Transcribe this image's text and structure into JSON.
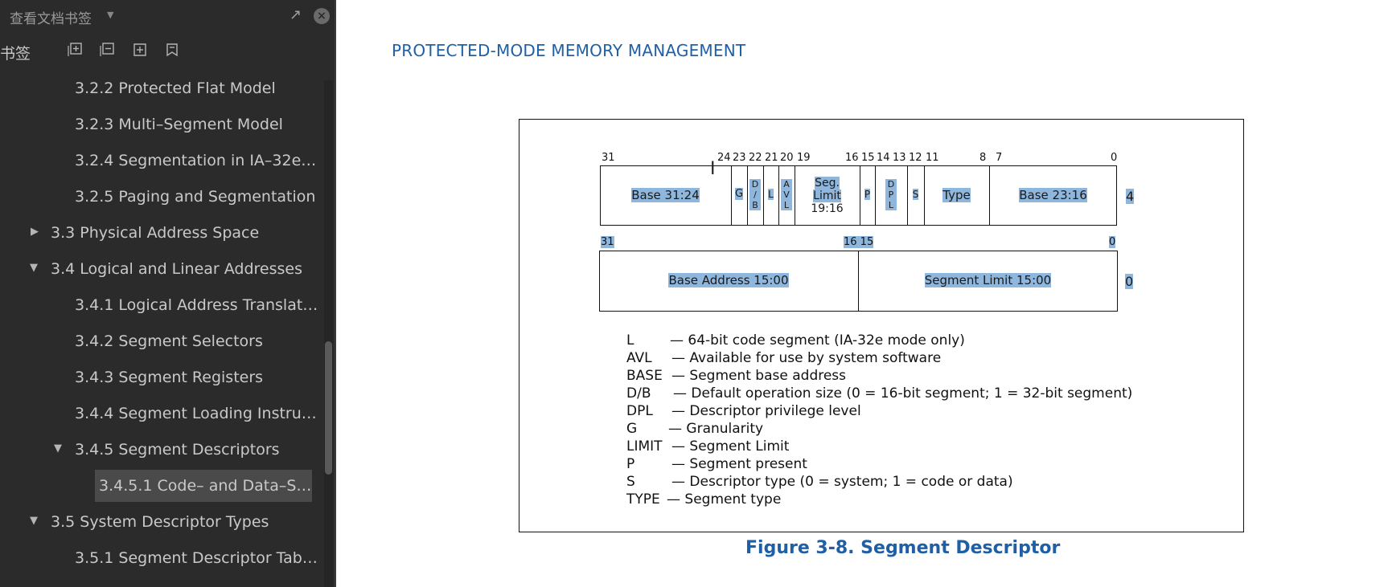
{
  "sidebar": {
    "title": "查看文档书签",
    "toolbar_label": "书签",
    "items": [
      {
        "label": "3.2.2 Protected Flat Model",
        "arrow": ""
      },
      {
        "label": "3.2.3 Multi–Segment Model",
        "arrow": ""
      },
      {
        "label": "3.2.4 Segmentation in IA–32e…",
        "arrow": ""
      },
      {
        "label": "3.2.5 Paging and Segmentation",
        "arrow": ""
      },
      {
        "label": "3.3 Physical Address Space",
        "arrow": "▶"
      },
      {
        "label": "3.4 Logical and Linear Addresses",
        "arrow": "▼"
      },
      {
        "label": "3.4.1 Logical Address Translat…",
        "arrow": ""
      },
      {
        "label": "3.4.2 Segment Selectors",
        "arrow": ""
      },
      {
        "label": "3.4.3 Segment Registers",
        "arrow": ""
      },
      {
        "label": "3.4.4 Segment Loading Instru…",
        "arrow": ""
      },
      {
        "label": "3.4.5 Segment Descriptors",
        "arrow": "▼"
      },
      {
        "label": "3.4.5.1 Code– and Data–S…",
        "arrow": ""
      },
      {
        "label": "3.5 System Descriptor Types",
        "arrow": "▼"
      },
      {
        "label": "3.5.1 Segment Descriptor Tab…",
        "arrow": ""
      }
    ]
  },
  "document": {
    "header": "PROTECTED-MODE MEMORY MANAGEMENT",
    "caption": "Figure 3-8.  Segment Descriptor",
    "upper": {
      "bits": [
        "31",
        "24",
        "23",
        "22",
        "21",
        "20",
        "19",
        "16",
        "15",
        "14",
        "13",
        "12",
        "11",
        "8",
        "7",
        "0"
      ],
      "base_high": "Base 31:24",
      "g": "G",
      "db": [
        "D",
        "/",
        "B"
      ],
      "l": "L",
      "avl": [
        "A",
        "V",
        "L"
      ],
      "seg_limit": [
        "Seg.",
        "Limit",
        "19:16"
      ],
      "p": "P",
      "dpl": [
        "D",
        "P",
        "L"
      ],
      "s": "S",
      "type": "Type",
      "base_mid": "Base 23:16",
      "index": "4"
    },
    "lower": {
      "bits": [
        "31",
        "16 15",
        "0"
      ],
      "base_low": "Base Address 15:00",
      "limit_low": "Segment Limit 15:00",
      "index": "0"
    },
    "legend": [
      {
        "key": "L",
        "desc": "— 64-bit code segment (IA-32e mode only)"
      },
      {
        "key": "AVL",
        "desc": "— Available for use by system software"
      },
      {
        "key": "BASE",
        "desc": "— Segment base address"
      },
      {
        "key": "D/B",
        "desc": "— Default operation size (0 = 16-bit segment; 1 = 32-bit segment)"
      },
      {
        "key": "DPL",
        "desc": "— Descriptor privilege level"
      },
      {
        "key": "G",
        "desc": "— Granularity"
      },
      {
        "key": "LIMIT",
        "desc": "— Segment Limit"
      },
      {
        "key": "P",
        "desc": "— Segment present"
      },
      {
        "key": "S",
        "desc": "— Descriptor type (0 = system; 1 = code or data)"
      },
      {
        "key": "TYPE",
        "desc": "— Segment type"
      }
    ]
  }
}
